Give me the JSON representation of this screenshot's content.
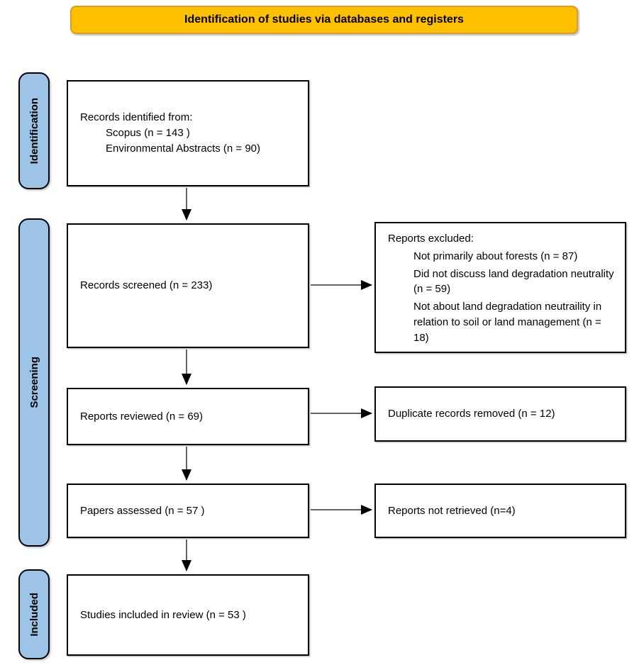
{
  "banner": {
    "title": "Identification of studies via databases and registers"
  },
  "stages": {
    "identification": "Identification",
    "screening": "Screening",
    "included": "Included"
  },
  "boxes": {
    "identified": {
      "title": "Records identified from:",
      "items": [
        "Scopus (n = 143 )",
        "Environmental Abstracts (n = 90)"
      ]
    },
    "screened": {
      "text": "Records screened (n = 233)"
    },
    "excluded": {
      "title": "Reports excluded:",
      "items": [
        "Not primarily about forests (n = 87)",
        "Did not discuss land degradation neutrality (n = 59)",
        "Not about land degradation neutraility in relation to soil or land management (n = 18)"
      ]
    },
    "reviewed": {
      "text": "Reports reviewed (n = 69)"
    },
    "duplicates": {
      "text": "Duplicate records removed (n = 12)"
    },
    "assessed": {
      "text": "Papers assessed (n = 57 )"
    },
    "not_retrieved": {
      "text": "Reports not retrieved (n=4)"
    },
    "included_studies": {
      "text": "Studies included in review (n = 53 )"
    }
  },
  "colors": {
    "banner_fill": "#FFC000",
    "banner_border": "#E19B24",
    "stage_fill": "#9DC3E6",
    "box_border": "#000000",
    "arrow": "#303030"
  }
}
